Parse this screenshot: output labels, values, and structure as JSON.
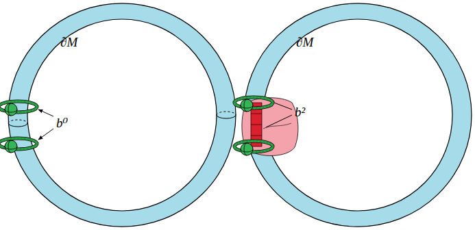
{
  "diagram": {
    "labels": [
      "∂M",
      "b⁰",
      "∂M",
      "b²"
    ]
  }
}
